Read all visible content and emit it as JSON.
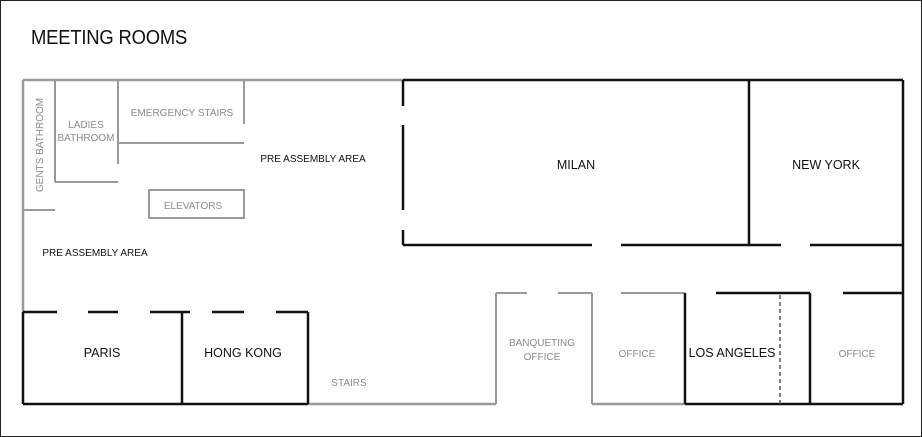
{
  "title": "MEETING ROOMS",
  "colors": {
    "wall_dark": "#111111",
    "wall_light": "#999999",
    "text_light": "#8a8a8a"
  },
  "rooms": {
    "milan": "MILAN",
    "new_york": "NEW YORK",
    "paris": "PARIS",
    "hong_kong": "HONG KONG",
    "los_angeles": "LOS ANGELES",
    "banqueting_office_line1": "BANQUETING",
    "banqueting_office_line2": "OFFICE",
    "office_center": "OFFICE",
    "office_right": "OFFICE"
  },
  "areas": {
    "pre_assembly_top": "PRE ASSEMBLY AREA",
    "pre_assembly_left": "PRE ASSEMBLY AREA",
    "stairs": "STAIRS",
    "emergency_stairs": "EMERGENCY STAIRS",
    "elevators": "ELEVATORS",
    "ladies_bathroom_line1": "LADIES",
    "ladies_bathroom_line2": "BATHROOM",
    "gents_bathroom": "GENTS BATHROOM"
  }
}
